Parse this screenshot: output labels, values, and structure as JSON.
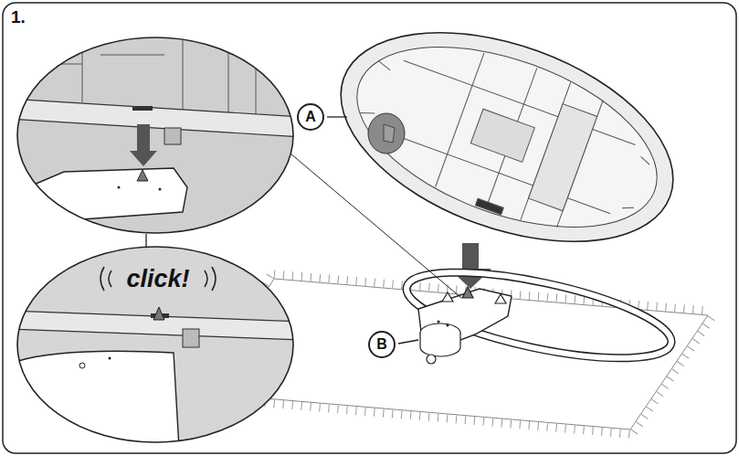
{
  "diagram": {
    "nodes": [
      {
        "text": [
          "A"
        ]
      },
      {
        "text": [
          "B"
        ]
      }
    ],
    "labels": [
      "1.",
      "click!"
    ]
  }
}
